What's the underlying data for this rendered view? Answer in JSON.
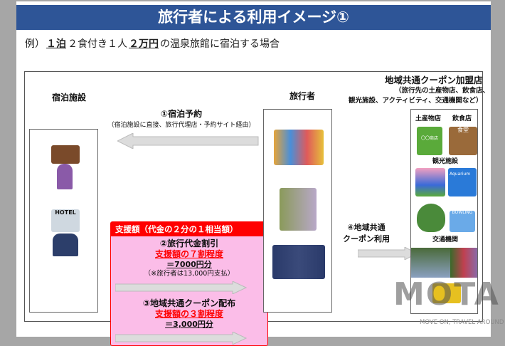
{
  "title": "旅行者による利用イメージ①",
  "example": {
    "prefix": "例）",
    "b1": "１泊",
    "t1": "２食付き１人",
    "b2": "２万円",
    "t2": "の温泉旅館に宿泊する場合"
  },
  "lodging": {
    "label": "宿泊施設",
    "hotel_sign": "HOTEL"
  },
  "traveler": {
    "label": "旅行者"
  },
  "shops": {
    "label": "地域共通クーポン加盟店",
    "sub1": "（旅行先の土産物店、飲食店、",
    "sub2": "観光施設、アクティビティ、交通機関など）",
    "souvenir": "土産物店",
    "restaurant": "飲食店",
    "sightseeing": "観光施設",
    "transport": "交通機関",
    "aquarium": "Aquarium",
    "bowling": "BOWLING",
    "shop_sign": "〇〇商店",
    "restaurant_sign": "食堂"
  },
  "step1": {
    "title": "①宿泊予約",
    "sub": "（宿泊施設に直接、旅行代理店・予約サイト経由）"
  },
  "support": {
    "header": "支援額（代金の２分の１相当額）",
    "s2_title": "②旅行代金割引",
    "s2_red": "支援額の７割程度",
    "s2_amount": "＝7000円分",
    "s2_note": "（※旅行者は13,000円支払）",
    "s3_title": "③地域共通クーポン配布",
    "s3_red": "支援額の３割程度",
    "s3_amount": "＝3,000円分"
  },
  "step4": {
    "line1": "④地域共通",
    "line2": "クーポン利用"
  },
  "watermark": {
    "logo": "MOTA",
    "tagline": "MOVE ON, TRAVEL AROUND"
  },
  "colors": {
    "header": "#2e5597",
    "support_header": "#ff0000",
    "support_bg": "#fbbde8"
  }
}
